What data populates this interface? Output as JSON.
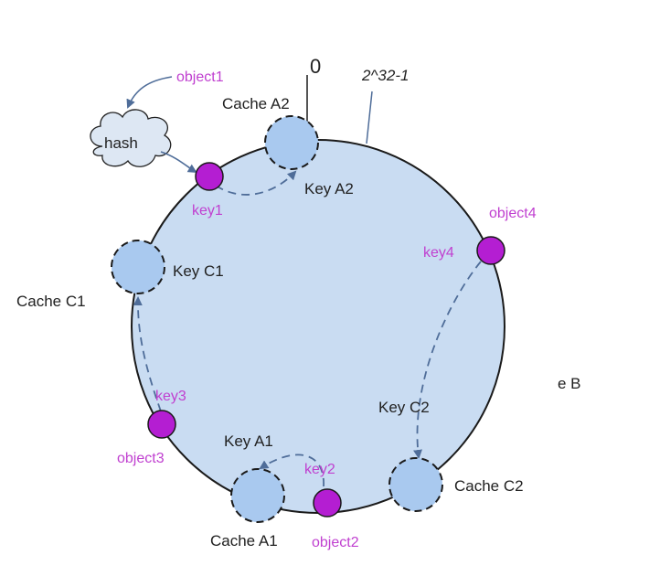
{
  "colors": {
    "ring_fill": "#c9dcf2",
    "ring_stroke": "#1a1a1a",
    "cache_fill": "#a9c9ef",
    "key_fill": "#b41ed2",
    "key_label": "#c040d0",
    "arrow": "#4f6d99"
  },
  "labels": {
    "zero": "0",
    "max": "2^32-1",
    "hash": "hash",
    "object1": "object1",
    "object2": "object2",
    "object3": "object3",
    "object4": "object4",
    "key1": "key1",
    "key2": "key2",
    "key3": "key3",
    "key4": "key4",
    "cache_a1": "Cache A1",
    "cache_a2": "Cache A2",
    "cache_c1": "Cache C1",
    "cache_c2": "Cache C2",
    "key_a1": "Key A1",
    "key_a2": "Key A2",
    "key_c1": "Key C1",
    "key_c2": "Key C2",
    "cache_b_fragment": "e B"
  }
}
